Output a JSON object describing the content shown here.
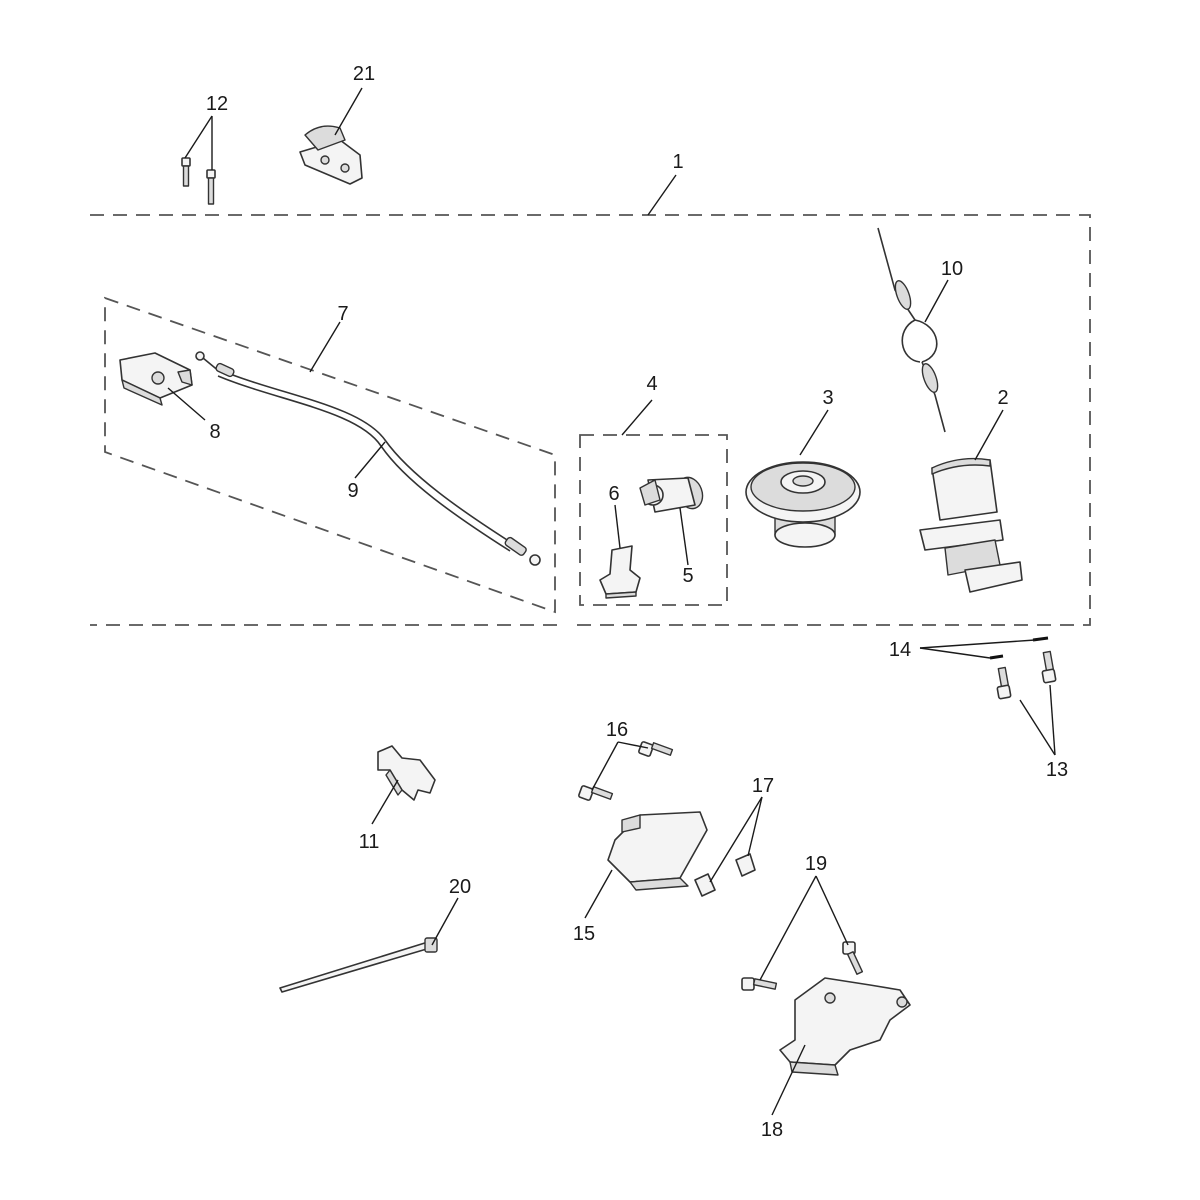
{
  "diagram": {
    "colors": {
      "background": "#ffffff",
      "line": "#333333",
      "part_fill": "#f4f4f4",
      "part_shade": "#dcdcdc"
    },
    "callouts": {
      "c1": "1",
      "c2": "2",
      "c3": "3",
      "c4": "4",
      "c5": "5",
      "c6": "6",
      "c7": "7",
      "c8": "8",
      "c9": "9",
      "c10": "10",
      "c11": "11",
      "c12": "12",
      "c13": "13",
      "c14": "14",
      "c15": "15",
      "c16": "16",
      "c17": "17",
      "c18": "18",
      "c19": "19",
      "c20": "20",
      "c21": "21"
    }
  }
}
